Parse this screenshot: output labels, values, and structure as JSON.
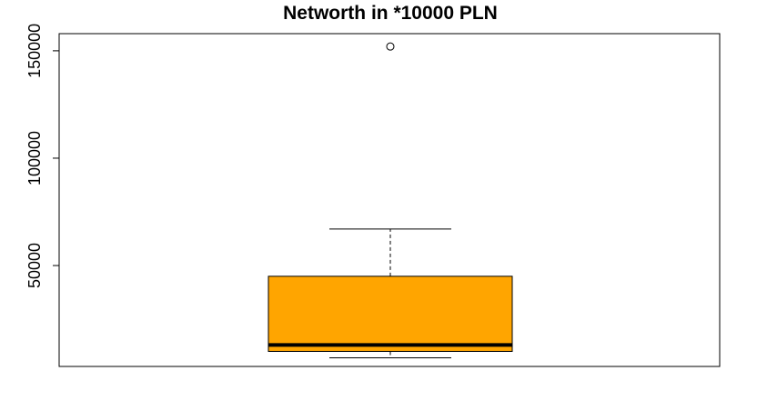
{
  "chart_data": {
    "type": "boxplot",
    "title": "Networth in *10000 PLN",
    "xlabel": "",
    "ylabel": "",
    "ylim": [
      3000,
      158000
    ],
    "yticks": [
      50000,
      100000,
      150000
    ],
    "ytick_labels": [
      "50000",
      "100000",
      "150000"
    ],
    "box": {
      "min": 7000,
      "q1": 10000,
      "median": 13000,
      "q3": 45000,
      "max": 67000,
      "outliers": [
        152000
      ]
    },
    "box_color": "#FFA500",
    "grid": false,
    "legend": "none"
  }
}
